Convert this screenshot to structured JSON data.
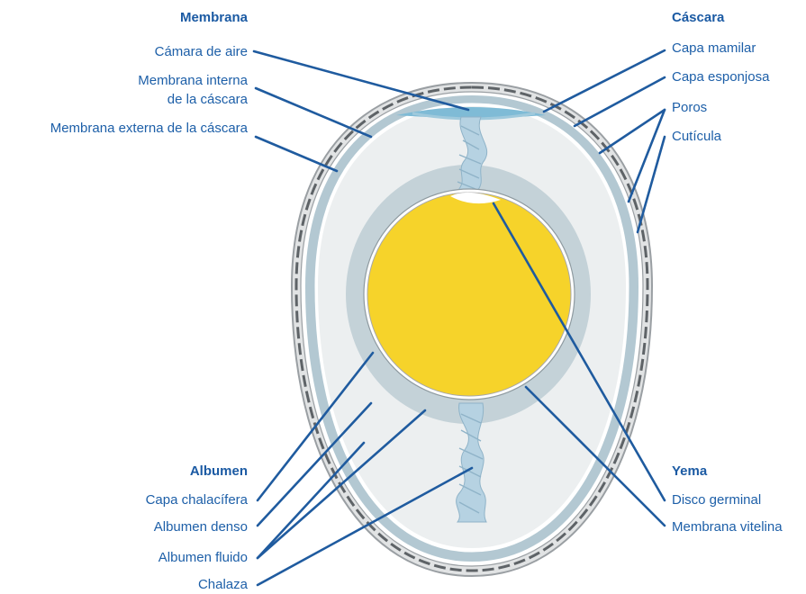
{
  "colors": {
    "label": "#1d5fa8",
    "leader_line": "#1f5b9f",
    "shell_outer": "#9a9fa3",
    "shell_dash": "#5e6367",
    "shell_fill": "#e1e3e4",
    "membrane": "#b3c8d2",
    "albumen_fluid": "#eceff0",
    "albumen_dense": "#c4d2d8",
    "yolk": "#f6d32a",
    "yolk_ring": "#ffffff",
    "chalaza": "#b6d2e2",
    "air_cell": "#7fbbd6"
  },
  "groups": {
    "membrana": {
      "title": "Membrana",
      "items": [
        "Cámara de aire",
        "Membrana interna",
        "de la cáscara",
        "Membrana externa de la cáscara"
      ]
    },
    "cascara": {
      "title": "Cáscara",
      "items": [
        "Capa mamilar",
        "Capa esponjosa",
        "Poros",
        "Cutícula"
      ]
    },
    "albumen": {
      "title": "Albumen",
      "items": [
        "Capa chalacífera",
        "Albumen denso",
        "Albumen fluido",
        "Chalaza"
      ]
    },
    "yema": {
      "title": "Yema",
      "items": [
        "Disco germinal",
        "Membrana vitelina"
      ]
    }
  }
}
